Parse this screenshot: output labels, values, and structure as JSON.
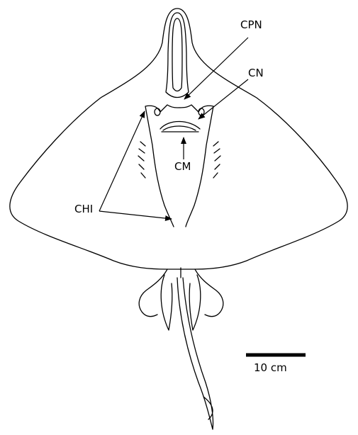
{
  "labels": {
    "cpn": "CPN",
    "cn": "CN",
    "cm": "CM",
    "chi": "CHI"
  },
  "scale_bar": {
    "label": "10 cm"
  },
  "colors": {
    "line": "#000000",
    "background": "#ffffff"
  }
}
